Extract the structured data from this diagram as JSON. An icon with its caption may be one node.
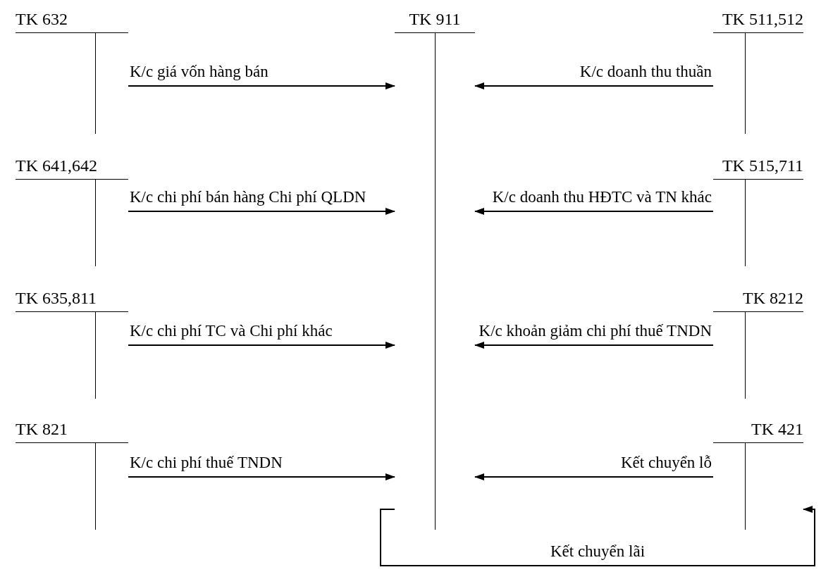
{
  "diagram": {
    "nodes": [
      {
        "text": [
          "TK 632"
        ]
      },
      {
        "text": [
          "TK 911"
        ]
      },
      {
        "text": [
          "TK 511,512"
        ]
      },
      {
        "text": [
          "TK 641,642"
        ]
      },
      {
        "text": [
          "TK 515,711"
        ]
      },
      {
        "text": [
          "TK 635,811"
        ]
      },
      {
        "text": [
          "TK 8212"
        ]
      },
      {
        "text": [
          "TK 821"
        ]
      },
      {
        "text": [
          "TK 421"
        ]
      }
    ],
    "edges": [
      {
        "from": 0,
        "to": 1,
        "arrow": "to",
        "label": "K/c giá vốn hàng bán"
      },
      {
        "from": 2,
        "to": 1,
        "arrow": "to",
        "label": "K/c doanh thu thuần"
      },
      {
        "from": 3,
        "to": 1,
        "arrow": "to",
        "label": "K/c chi phí bán hàng Chi phí QLDN"
      },
      {
        "from": 4,
        "to": 1,
        "arrow": "to",
        "label": "K/c doanh thu HĐTC và TN khác"
      },
      {
        "from": 5,
        "to": 1,
        "arrow": "to",
        "label": "K/c chi phí TC và Chi phí khác"
      },
      {
        "from": 6,
        "to": 1,
        "arrow": "to",
        "label": "K/c khoản giảm chi phí thuế TNDN"
      },
      {
        "from": 7,
        "to": 1,
        "arrow": "to",
        "label": "K/c chi phí thuế TNDN"
      },
      {
        "from": 8,
        "to": 1,
        "arrow": "to",
        "label": "Kết chuyển lỗ"
      },
      {
        "from": 1,
        "to": 8,
        "arrow": "to",
        "label": "Kết chuyển lãi"
      }
    ]
  }
}
